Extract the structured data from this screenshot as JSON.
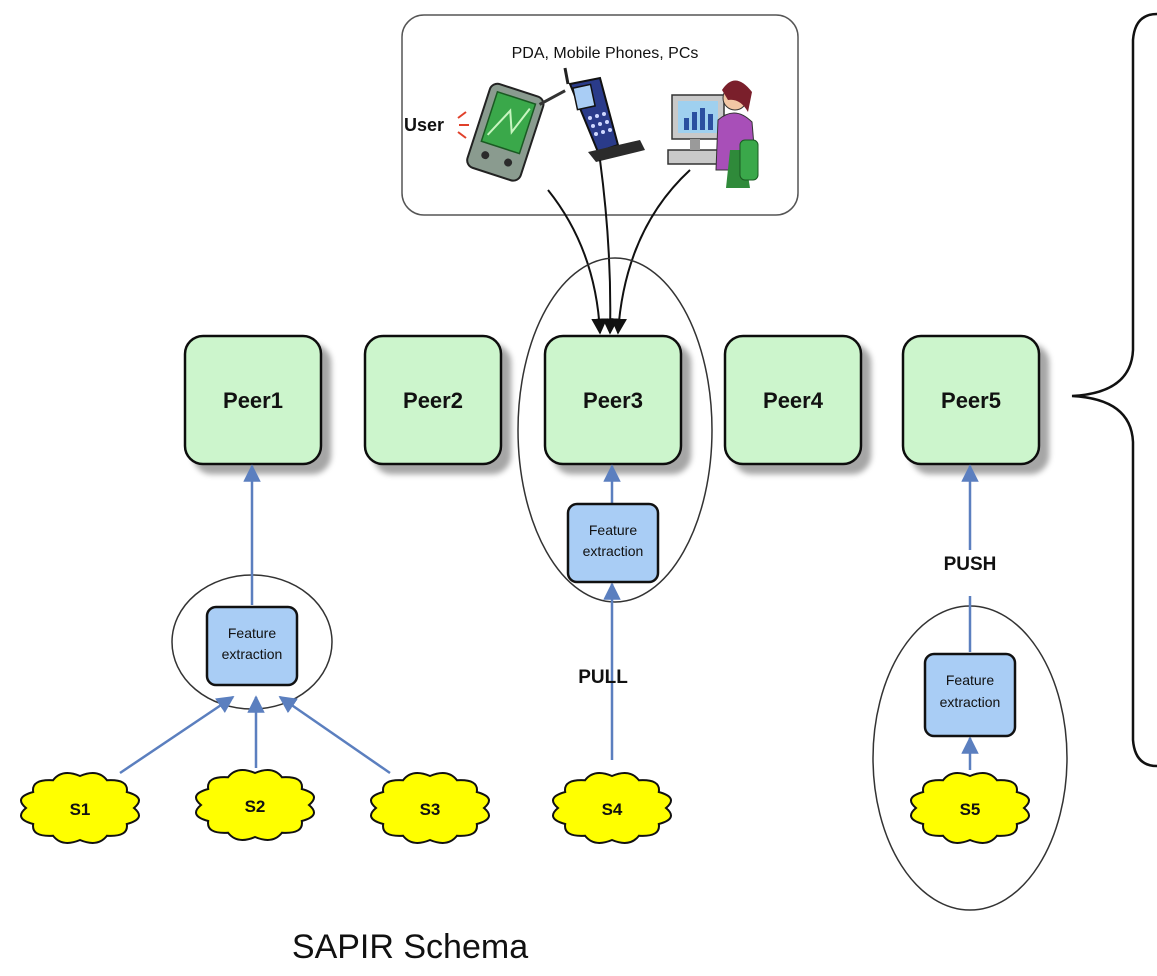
{
  "devices": {
    "caption": "PDA, Mobile Phones, PCs",
    "user_label": "User"
  },
  "peers": [
    "Peer1",
    "Peer2",
    "Peer3",
    "Peer4",
    "Peer5"
  ],
  "feature_extraction": {
    "line1": "Feature",
    "line2": "extraction"
  },
  "sources": [
    "S1",
    "S2",
    "S3",
    "S4",
    "S5"
  ],
  "flows": {
    "pull": "PULL",
    "push": "PUSH"
  },
  "title": "SAPIR Schema",
  "colors": {
    "peer_fill": "#ccf5cc",
    "feature_fill": "#a9cdf5",
    "source_fill": "#ffff00",
    "arrow": "#5b7fbf"
  },
  "icons": [
    "pda-icon",
    "mobile-phone-icon",
    "pc-user-icon"
  ]
}
